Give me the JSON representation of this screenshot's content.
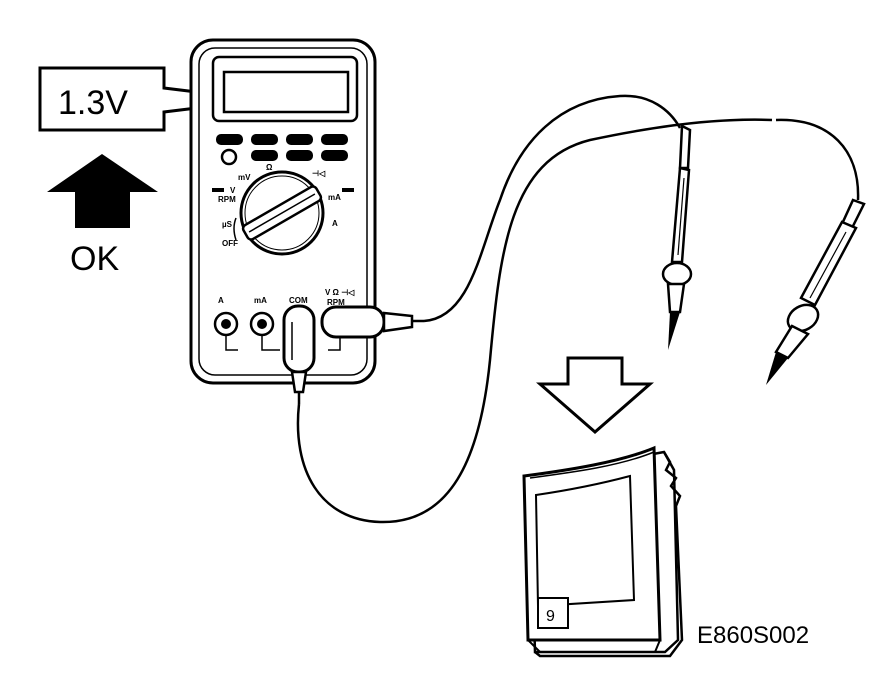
{
  "callout": {
    "reading": "1.3V"
  },
  "status": {
    "ok_label": "OK"
  },
  "figure": {
    "code": "E860S002"
  },
  "manual": {
    "page_number": "9"
  },
  "meter": {
    "dial_labels": {
      "v": "V",
      "rpm": "RPM",
      "mv": "mV",
      "off": "OFF",
      "ohm": "Ω",
      "diode": "⊣◁",
      "ma": "mA",
      "a": "A",
      "us": "µS"
    },
    "jack_labels": {
      "a": "A",
      "ma": "mA",
      "com": "COM",
      "vohm": "V Ω ⊣◁",
      "rpm": "RPM"
    }
  }
}
